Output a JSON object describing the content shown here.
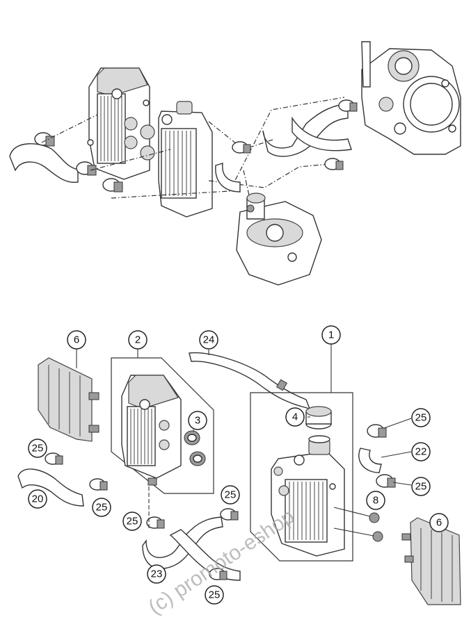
{
  "callouts": {
    "c1": "1",
    "c2": "2",
    "c3": "3",
    "c4": "4",
    "c6a": "6",
    "c6b": "6",
    "c8": "8",
    "c20": "20",
    "c22": "22",
    "c23": "23",
    "c24": "24",
    "c25a": "25",
    "c25b": "25",
    "c25c": "25",
    "c25d": "25",
    "c25e": "25",
    "c25f": "25",
    "c25g": "25"
  },
  "watermark": "(c) promoto-eshop"
}
